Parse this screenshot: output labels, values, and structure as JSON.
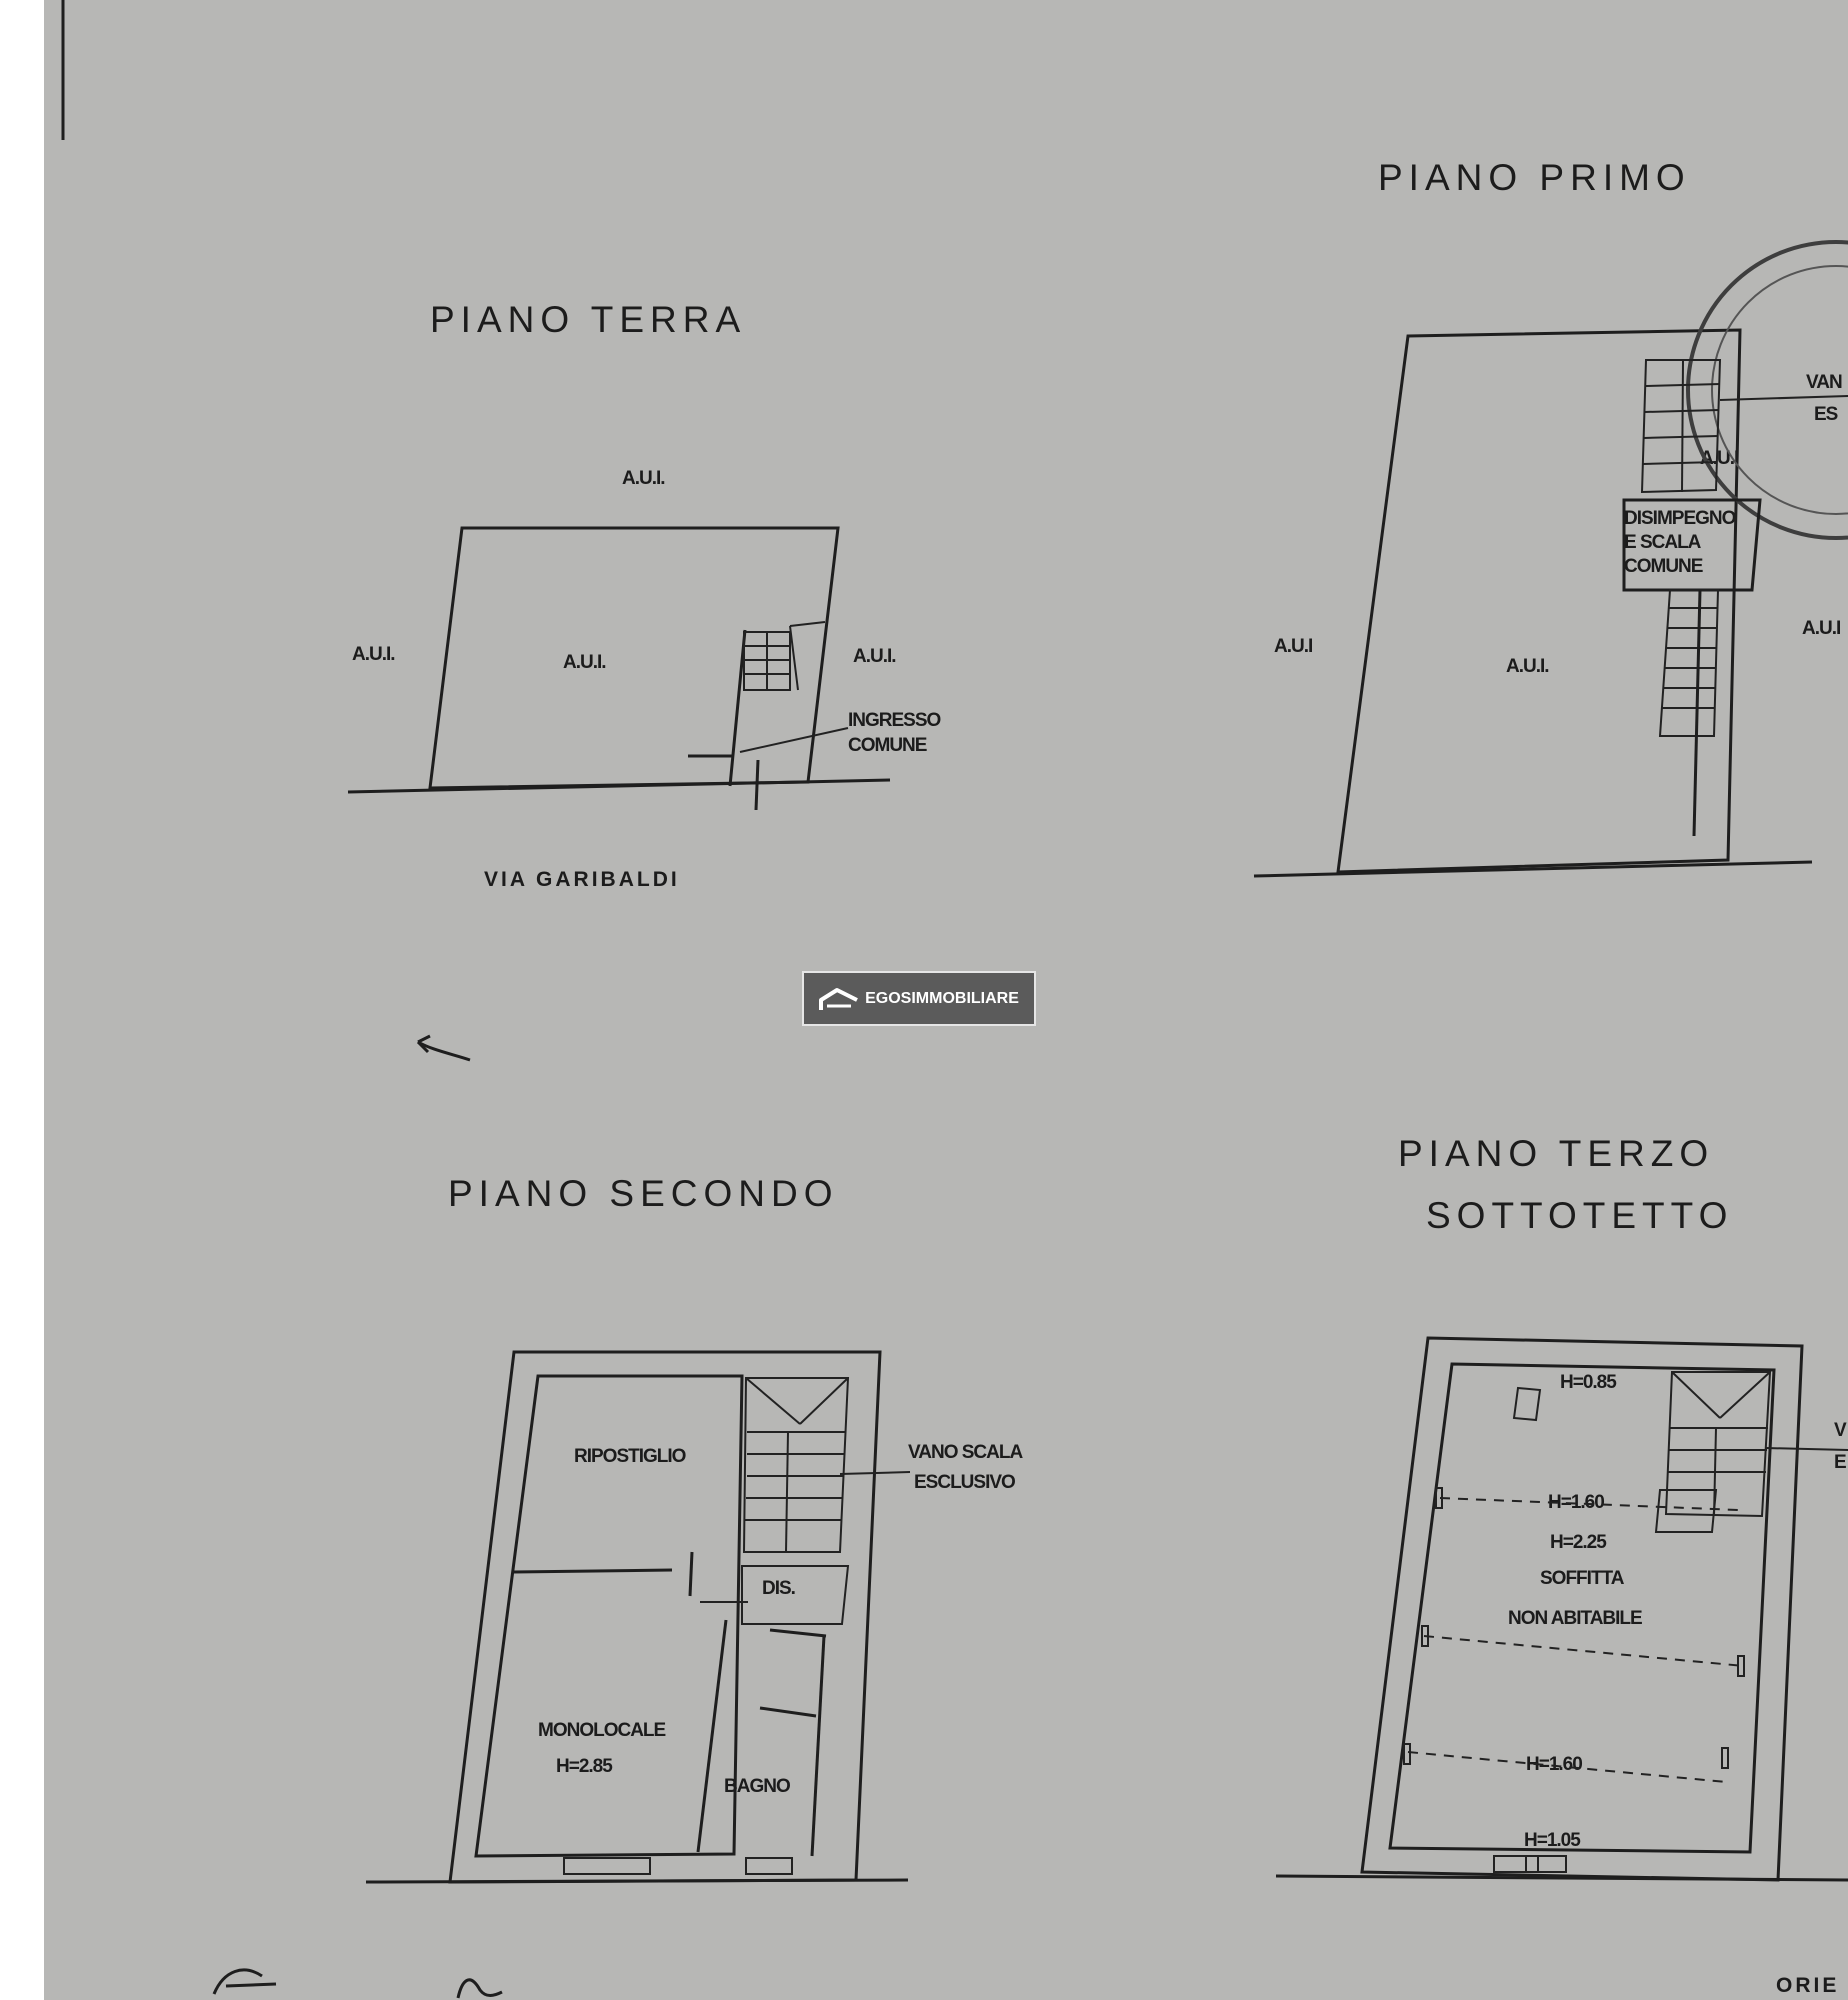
{
  "floors": {
    "ground": {
      "title": "PIANO TERRA",
      "unit_top": "A.U.I.",
      "unit_left": "A.U.I.",
      "unit_center": "A.U.I.",
      "unit_right": "A.U.I.",
      "entrance_line1": "INGRESSO",
      "entrance_line2": "COMUNE",
      "street": "VIA GARIBALDI"
    },
    "first": {
      "title": "PIANO PRIMO",
      "stairs_line1": "DISIMPEGNO",
      "stairs_line2": "E SCALA",
      "stairs_line3": "COMUNE",
      "unit_left": "A.U.I",
      "unit_center": "A.U.I.",
      "unit_right": "A.U.I",
      "unit_stair": "A.U.I",
      "cut_line1": "VAN",
      "cut_line2": "ES"
    },
    "second": {
      "title": "PIANO SECONDO",
      "room_storage": "RIPOSTIGLIO",
      "stair_line1": "VANO SCALA",
      "stair_line2": "ESCLUSIVO",
      "room_hall": "DIS.",
      "room_studio": "MONOLOCALE",
      "studio_height": "H=2.85",
      "room_bath": "BAGNO"
    },
    "third": {
      "title_line1": "PIANO TERZO",
      "title_line2": "SOTTOTETTO",
      "h_top": "H=0.85",
      "h_upper": "H=1.60",
      "h_mid": "H=2.25",
      "attic_line1": "SOFFITTA",
      "attic_line2": "NON ABITABILE",
      "h_lower": "H=1.60",
      "h_bottom": "H=1.05",
      "cut_line1": "V",
      "cut_line2": "E"
    }
  },
  "orientation_label": "ORIE",
  "watermark": "EGOSIMMOBILIARE",
  "colors": {
    "paper": "#b7b7b5",
    "ink": "#1c1c1c",
    "logo_bg": "#5b5b5b"
  }
}
